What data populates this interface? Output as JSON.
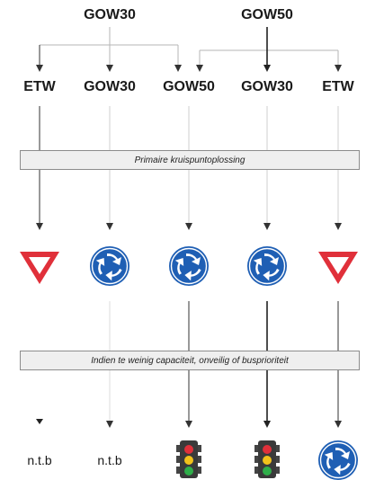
{
  "top_labels": [
    "GOW30",
    "GOW50"
  ],
  "mid_labels": [
    "ETW",
    "GOW30",
    "GOW50",
    "GOW30",
    "ETW"
  ],
  "box1_text": "Primaire kruispuntoplossing",
  "box2_text": "Indien te weinig capaciteit, onveilig of busprioriteit",
  "middle_icons": [
    "yield-sign-icon",
    "roundabout-icon",
    "roundabout-icon",
    "roundabout-icon",
    "yield-sign-icon"
  ],
  "bottom_results": [
    "n.t.b",
    "n.t.b",
    "traffic-light-icon",
    "traffic-light-icon",
    "roundabout-icon"
  ],
  "bottom_text": [
    "n.t.b",
    "n.t.b"
  ],
  "colors": {
    "yield_red": "#e0303a",
    "roundabout_blue": "#1f5fb4",
    "line_gray": "#b5b5b5",
    "line_dark": "#222222"
  }
}
